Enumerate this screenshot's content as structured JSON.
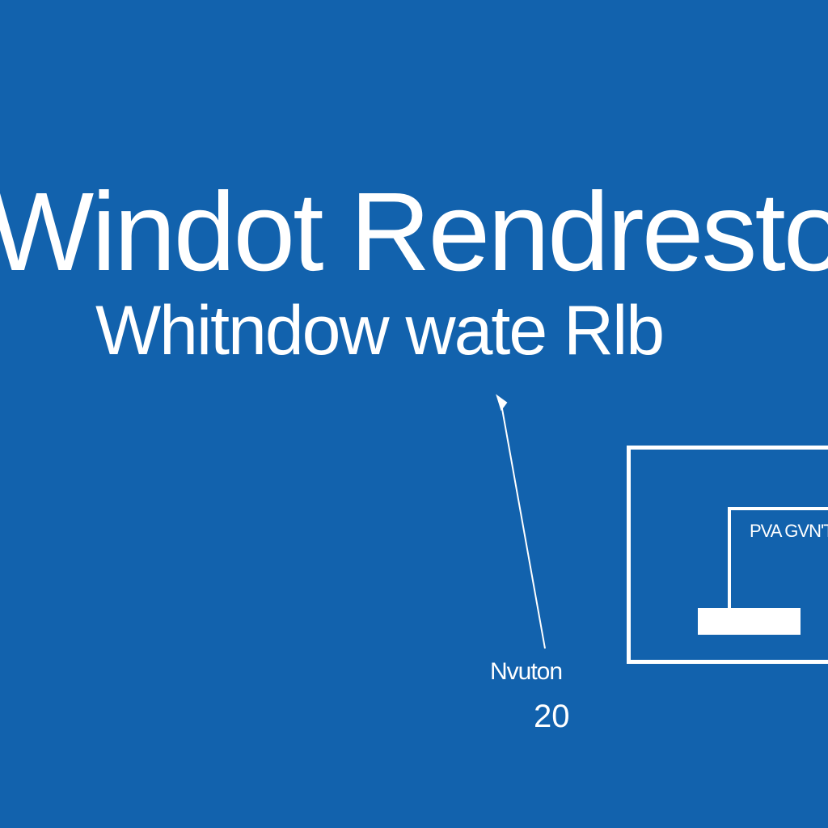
{
  "headline": "Windot Rendreston",
  "subline": "Whitndow wate Rlb",
  "caption": {
    "label": "Nvuton",
    "number": "20"
  },
  "monitor": {
    "screen_label": "PVA GVN'T",
    "icon": "monitor-icon"
  },
  "colors": {
    "background": "#1262ad",
    "foreground": "#ffffff"
  }
}
